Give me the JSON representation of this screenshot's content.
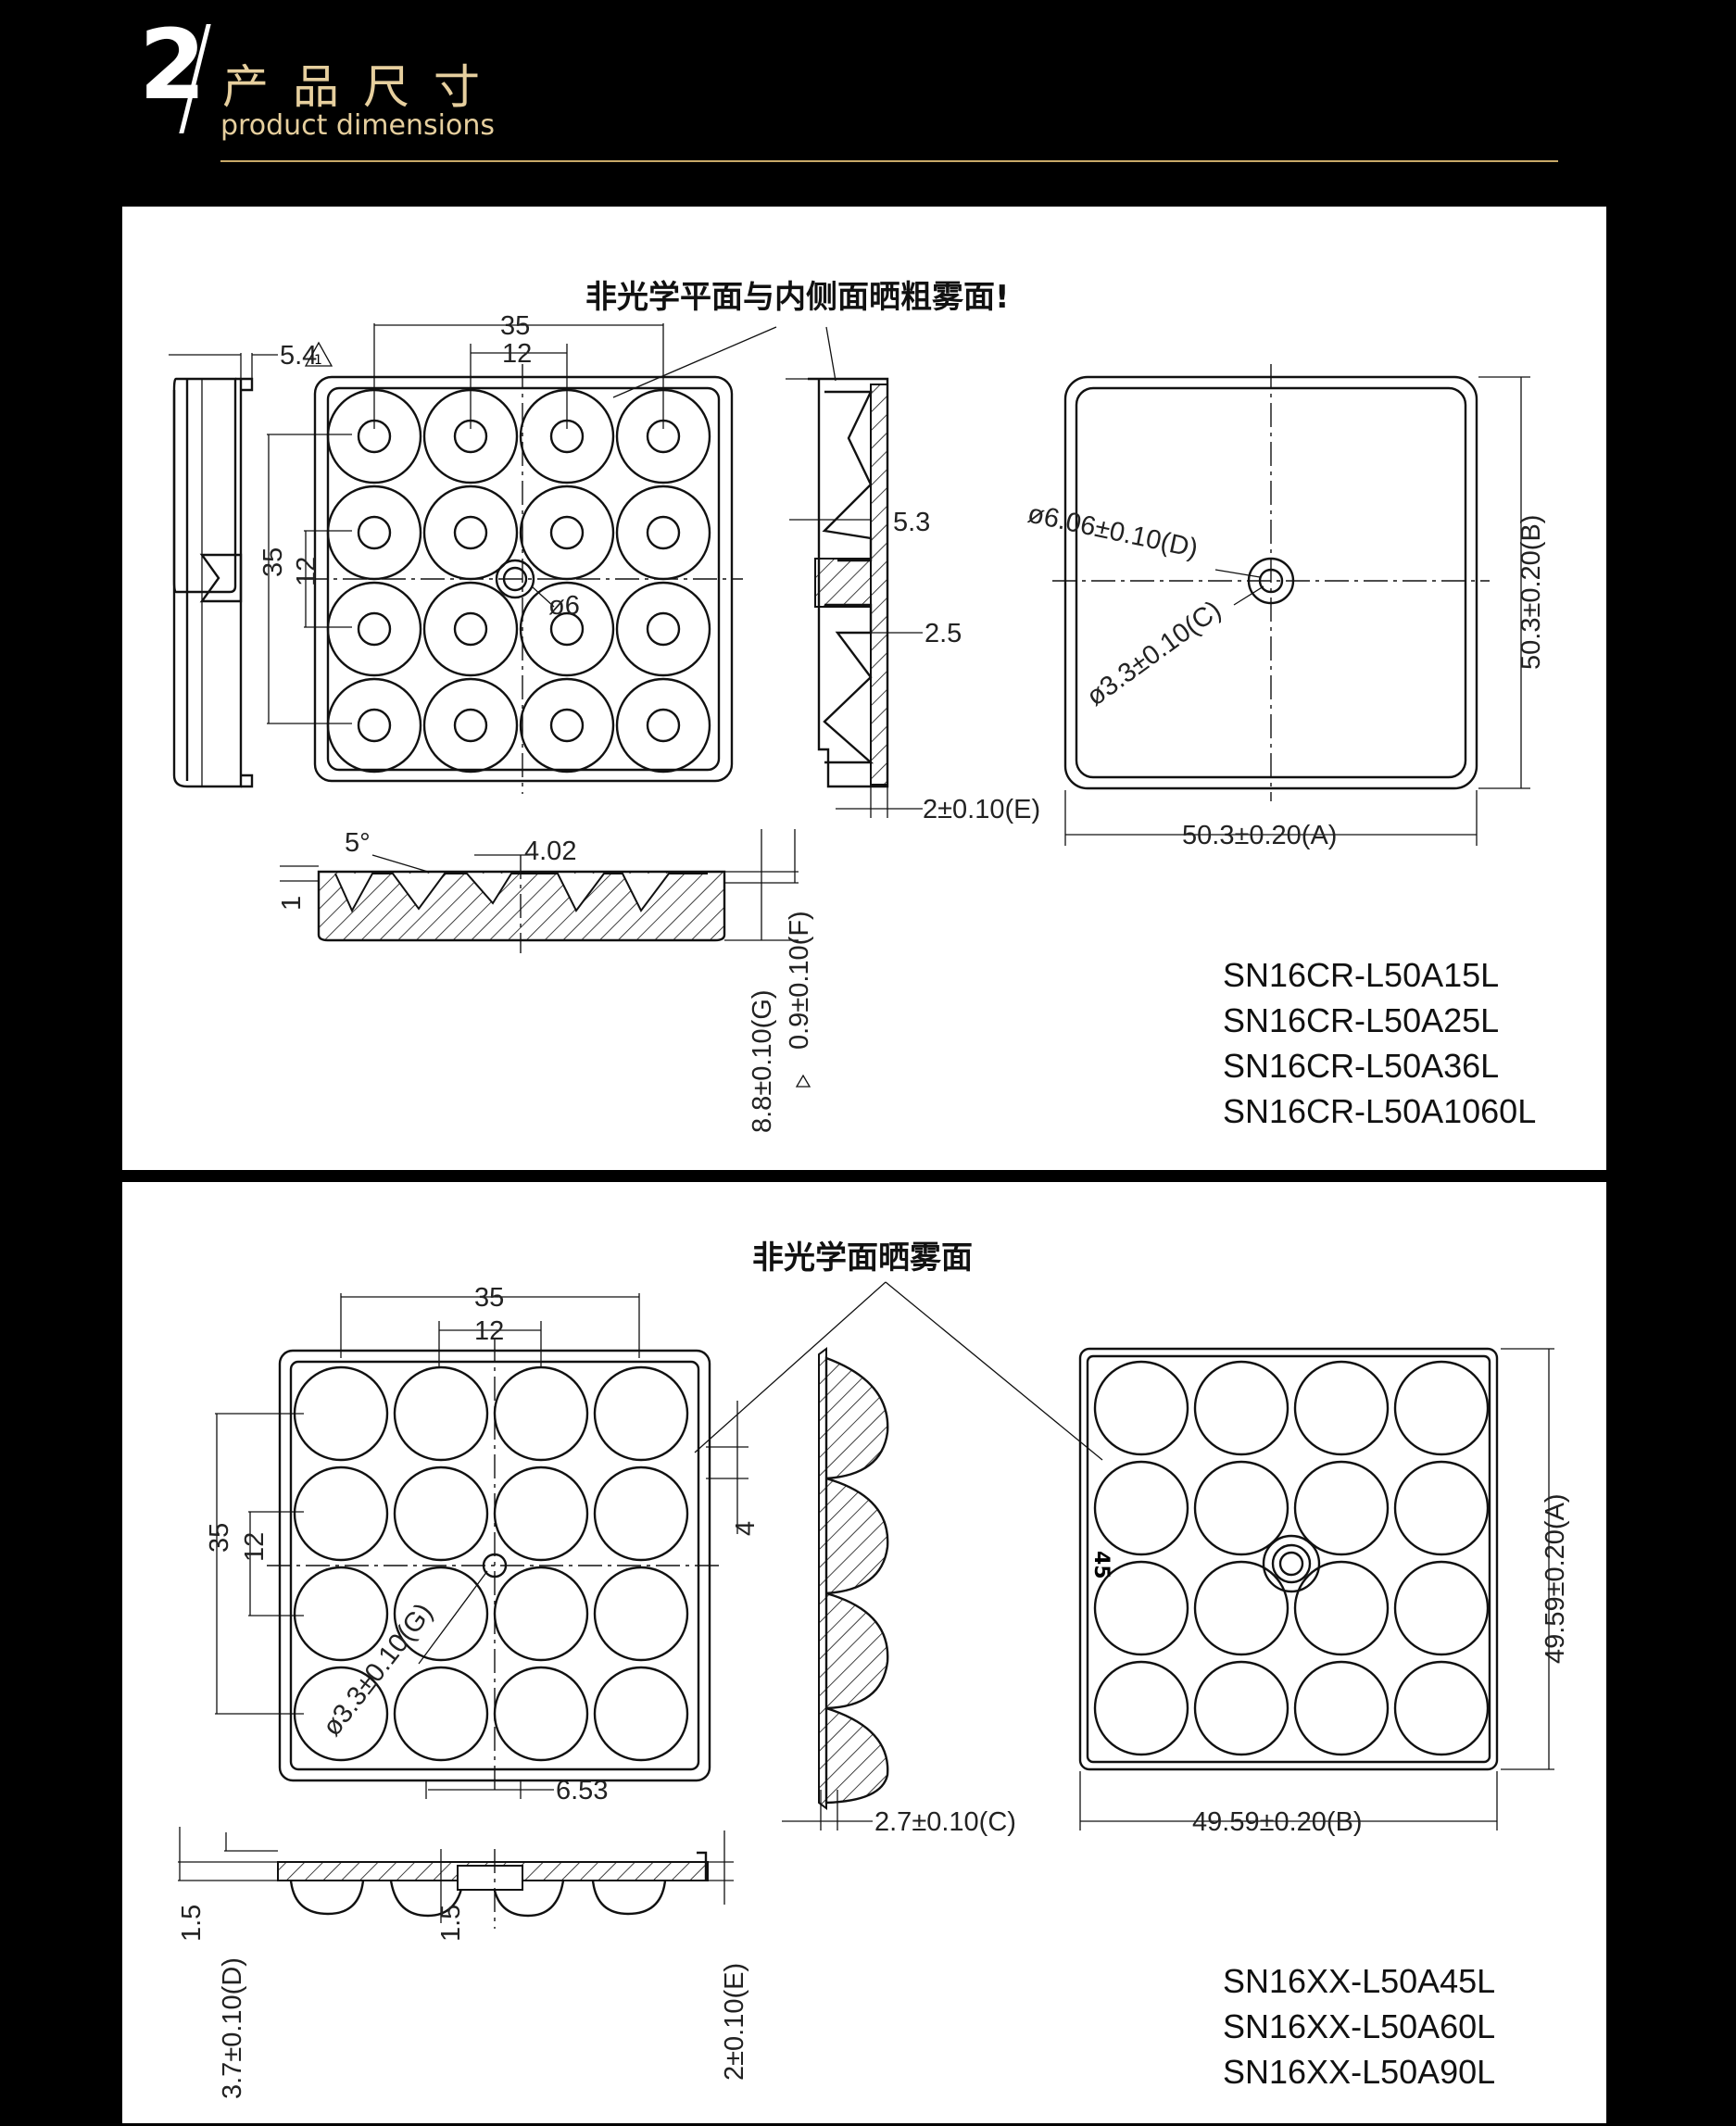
{
  "header": {
    "number": "2",
    "title_cn": "产品尺寸",
    "title_en": "product dimensions"
  },
  "panel1": {
    "note": "非光学平面与内侧面晒粗雾面!",
    "models": [
      "SN16CR-L50A15L",
      "SN16CR-L50A25L",
      "SN16CR-L50A36L",
      "SN16CR-L50A1060L"
    ],
    "dims": {
      "d35_top": "35",
      "d12_top": "12",
      "d54": "5.4",
      "d35_side": "35",
      "d12_side": "12",
      "d6": "ø6",
      "d53": "5.3",
      "d25": "2.5",
      "d2E": "2±0.10(E)",
      "d606": "ø6.06±0.10(D)",
      "d33C": "ø3.3±0.10(C)",
      "d503A": "50.3±0.20(A)",
      "d503B": "50.3±0.20(B)",
      "d5deg": "5°",
      "d402": "4.02",
      "d1": "1",
      "d09F": "0.9±0.10(F)",
      "d88G": "8.8±0.10(G)"
    },
    "warn_mark": "1"
  },
  "panel2": {
    "note": "非光学面晒雾面",
    "models": [
      "SN16XX-L50A45L",
      "SN16XX-L50A60L",
      "SN16XX-L50A90L"
    ],
    "dims": {
      "d35_top": "35",
      "d12_top": "12",
      "d35_side": "35",
      "d12_side": "12",
      "d33G": "ø3.3±0.10(G)",
      "d653": "6.53",
      "d4": "4",
      "d27C": "2.7±0.10(C)",
      "d4959A": "49.59±0.20(A)",
      "d4959B": "49.59±0.20(B)",
      "d45": "45",
      "d15a": "1.5",
      "d15b": "1.5",
      "d37D": "3.7±0.10(D)",
      "d2E": "2±0.10(E)"
    }
  }
}
